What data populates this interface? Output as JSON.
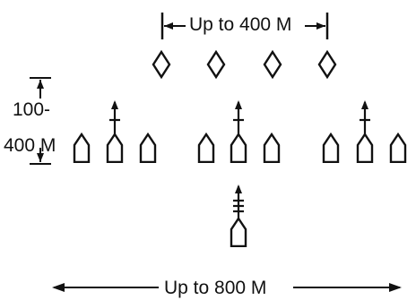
{
  "labels": {
    "top_span": "Up to 400 M",
    "bottom_span": "Up to 800 M",
    "depth_line1": "100-",
    "depth_line2": "400 M"
  },
  "colors": {
    "ink": "#111111",
    "background": "#ffffff"
  },
  "icons": {
    "escort": "diamond-icon",
    "ship": "ship-hull-icon",
    "flagship": "ship-with-mast-icon"
  }
}
